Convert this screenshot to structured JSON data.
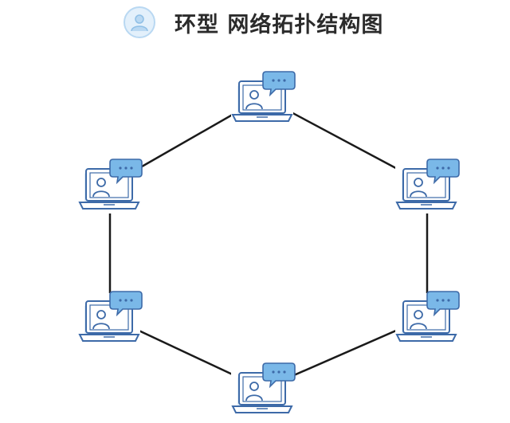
{
  "title": "环型 网络拓扑结构图",
  "header_icon": "user-avatar-icon",
  "node_icon": "laptop-user-chat-icon",
  "topology": "ring",
  "nodes": [
    {
      "id": "top"
    },
    {
      "id": "upper-right"
    },
    {
      "id": "lower-right"
    },
    {
      "id": "bottom"
    },
    {
      "id": "lower-left"
    },
    {
      "id": "upper-left"
    }
  ],
  "links": [
    [
      "top",
      "upper-right"
    ],
    [
      "upper-right",
      "lower-right"
    ],
    [
      "lower-right",
      "bottom"
    ],
    [
      "bottom",
      "lower-left"
    ],
    [
      "lower-left",
      "upper-left"
    ],
    [
      "upper-left",
      "top"
    ]
  ],
  "colors": {
    "line": "#1a1a1a",
    "laptop_stroke": "#3d6aa8",
    "screen_fill": "#ffffff",
    "bubble_fill": "#7ab8e8",
    "shadow_fill": "#dbe9f6",
    "title": "#2b2b2b"
  }
}
